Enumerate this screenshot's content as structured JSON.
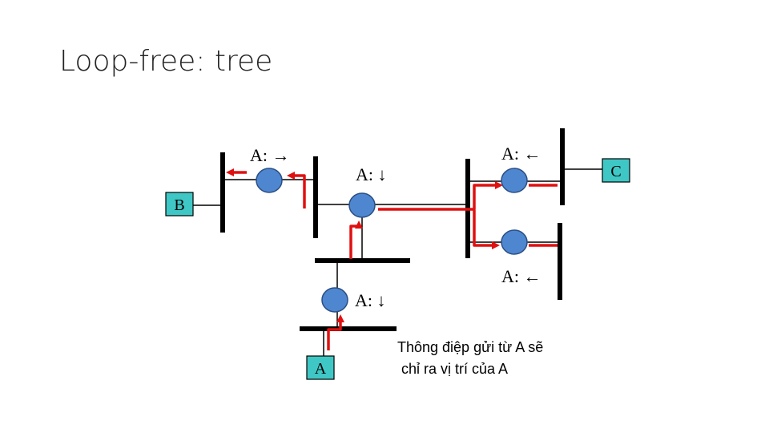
{
  "title": "Loop-free: tree",
  "labels": {
    "sw1": "A: →",
    "sw2": "A: ↓",
    "sw3": "A: ←",
    "sw4": "A: ←",
    "sw5": "A: ↓"
  },
  "hosts": {
    "a": "A",
    "b": "B",
    "c": "C"
  },
  "note": {
    "line1": "Thông điệp gửi từ A sẽ",
    "line2": " chỉ ra vị trí của A"
  },
  "colors": {
    "switch_fill": "#4f86d0",
    "host_fill": "#3fc7c5",
    "path": "#e01010",
    "wire": "#000000"
  }
}
